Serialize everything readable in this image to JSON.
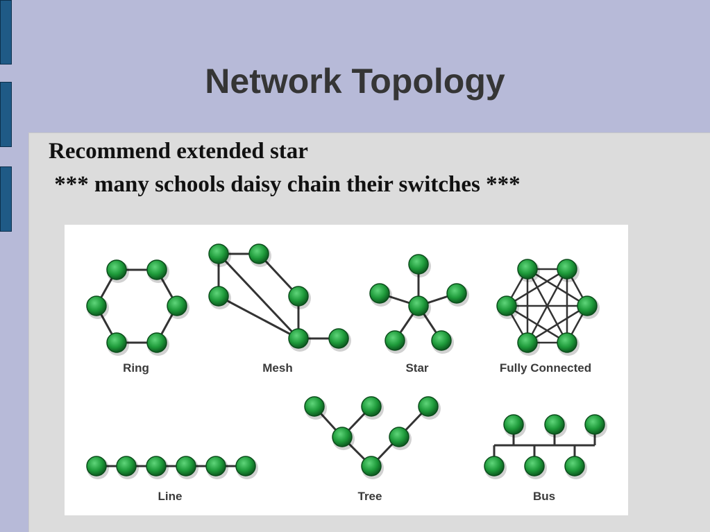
{
  "slide": {
    "title": "Network Topology",
    "bullets": [
      "Recommend extended star",
      " *** many schools daisy chain their switches ***"
    ]
  },
  "diagram": {
    "node_color": "#1e9a3a",
    "labels": {
      "ring": "Ring",
      "mesh": "Mesh",
      "star": "Star",
      "fully_connected": "Fully Connected",
      "line": "Line",
      "tree": "Tree",
      "bus": "Bus"
    }
  },
  "colors": {
    "background": "#b7bad8",
    "panel": "#dcdcdc",
    "side_tabs": "#1f5a86"
  }
}
